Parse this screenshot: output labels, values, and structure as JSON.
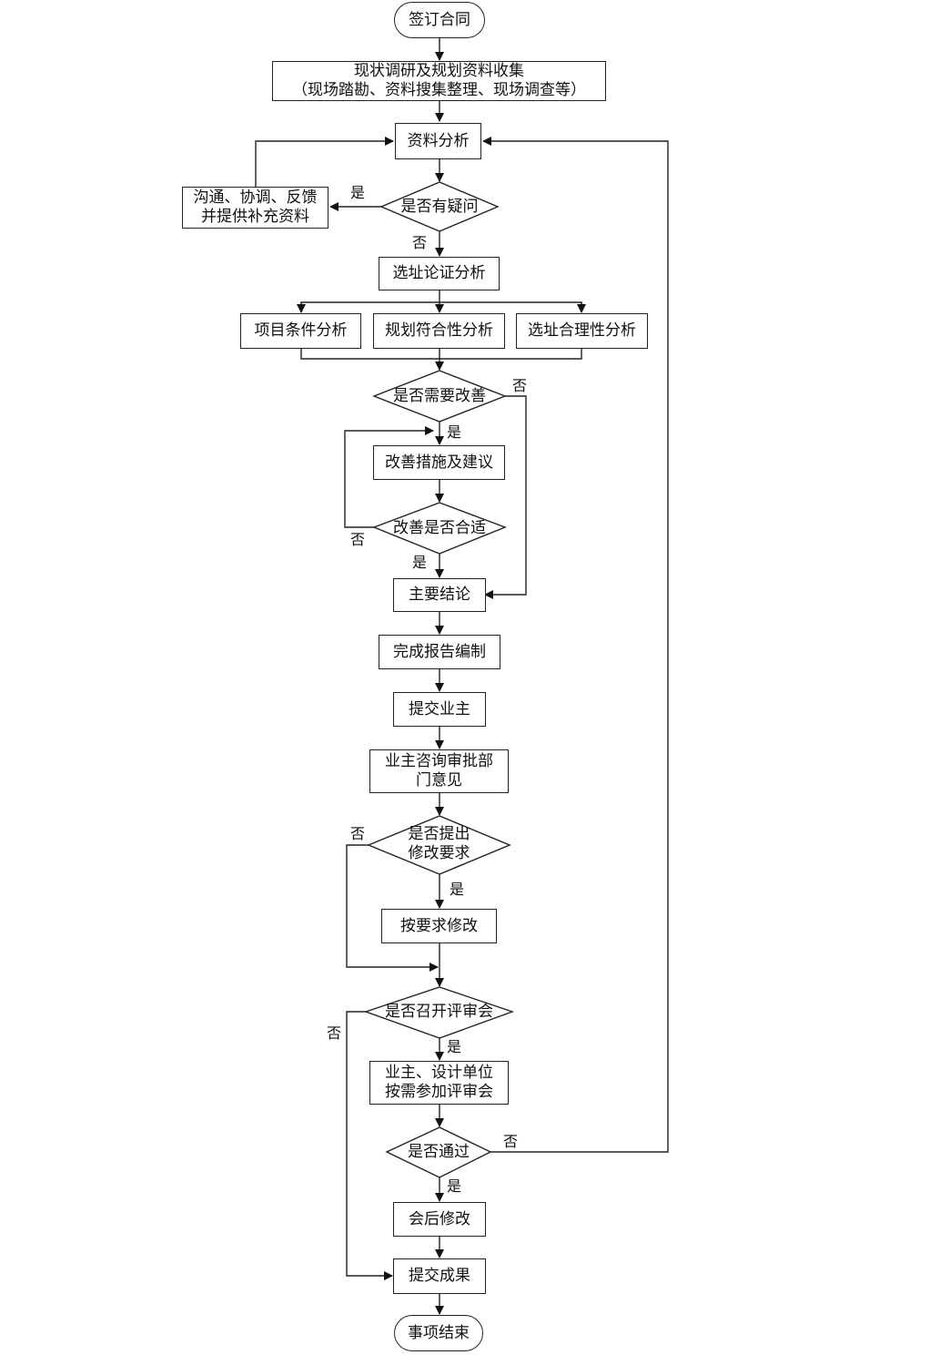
{
  "flowchart": {
    "start": "签订合同",
    "survey": [
      "现状调研及规划资料收集",
      "（现场踏勘、资料搜集整理、现场调查等）"
    ],
    "data_analysis": "资料分析",
    "has_question": "是否有疑问",
    "communicate": [
      "沟通、协调、反馈",
      "并提供补充资料"
    ],
    "site_argument": "选址论证分析",
    "project_condition": "项目条件分析",
    "planning_conformity": "规划符合性分析",
    "site_rationality": "选址合理性分析",
    "need_improve": "是否需要改善",
    "improve_measures": "改善措施及建议",
    "improve_suitable": "改善是否合适",
    "main_conclusion": "主要结论",
    "report": "完成报告编制",
    "submit_owner": "提交业主",
    "owner_opinion": [
      "业主咨询审批部",
      "门意见"
    ],
    "modify_request": [
      "是否提出",
      "修改要求"
    ],
    "modify_as_required": "按要求修改",
    "hold_review": "是否召开评审会",
    "review_meeting": [
      "业主、设计单位",
      "按需参加评审会"
    ],
    "passed": "是否通过",
    "post_meeting_modify": "会后修改",
    "submit_result": "提交成果",
    "end": "事项结束"
  },
  "labels": {
    "yes": "是",
    "no": "否"
  }
}
